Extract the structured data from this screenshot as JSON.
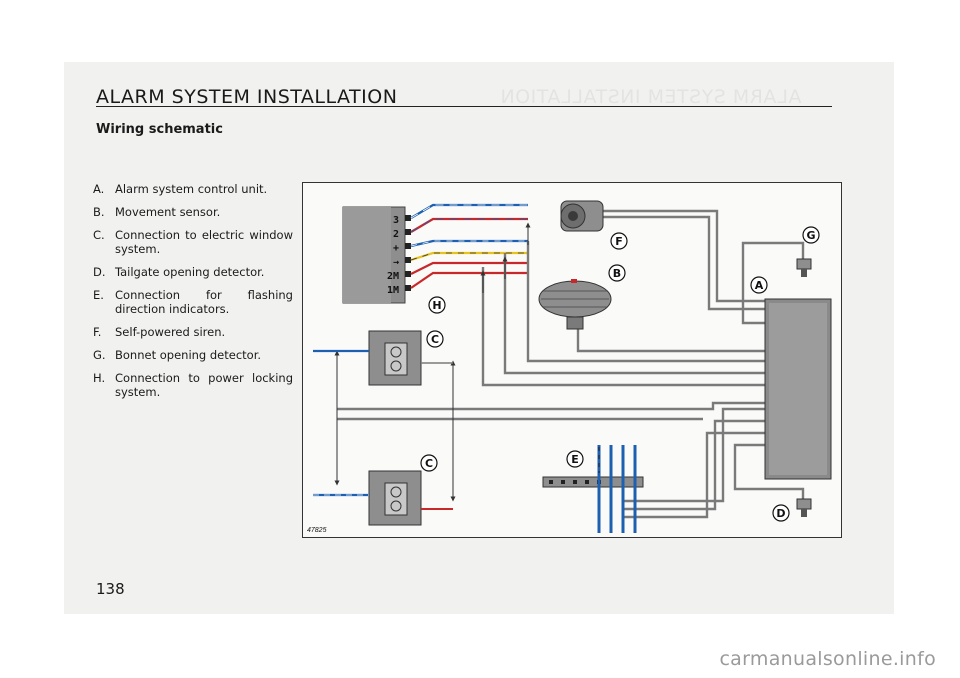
{
  "header": {
    "title": "ALARM SYSTEM INSTALLATION",
    "subtitle": "Wiring schematic"
  },
  "legend": [
    {
      "letter": "A.",
      "text": "Alarm system control unit."
    },
    {
      "letter": "B.",
      "text": "Movement sensor."
    },
    {
      "letter": "C.",
      "text": "Connection to electric window system."
    },
    {
      "letter": "D.",
      "text": "Tailgate opening detector."
    },
    {
      "letter": "E.",
      "text": "Connection for flashing direction indicators."
    },
    {
      "letter": "F.",
      "text": "Self-powered siren."
    },
    {
      "letter": "G.",
      "text": "Bonnet opening detector."
    },
    {
      "letter": "H.",
      "text": "Connection to power locking system."
    }
  ],
  "diagram": {
    "figure_number": "47825",
    "callouts": [
      "A",
      "B",
      "C",
      "C",
      "D",
      "E",
      "F",
      "G",
      "H"
    ],
    "connector_terminals": [
      "3",
      "2",
      "+",
      "→",
      "2M",
      "1M"
    ],
    "wire_colors": {
      "blue": "#1d5fb0",
      "red": "#c8282a",
      "yellow": "#e8c21e",
      "grey": "#7a7a7a",
      "white": "#ffffff"
    }
  },
  "footer": {
    "page_number": "138",
    "watermark": "carmanualsonline.info"
  }
}
